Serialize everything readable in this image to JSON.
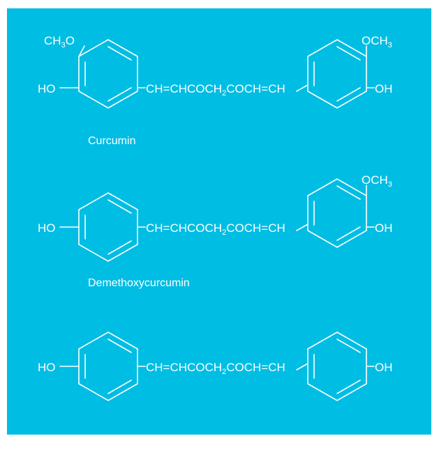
{
  "colors": {
    "background": "#00bde4",
    "ink": "#ffffff",
    "page": "#ffffff"
  },
  "groups": {
    "methoxy_left": "CH3O",
    "methoxy_right": "OCH3",
    "hydroxy_left": "HO",
    "hydroxy_right": "OH"
  },
  "linker": "CH=CHCOCH2COCH=CH",
  "molecules": [
    {
      "name": "Curcumin"
    },
    {
      "name": "Demethoxycurcumin"
    },
    {
      "name": ""
    }
  ]
}
